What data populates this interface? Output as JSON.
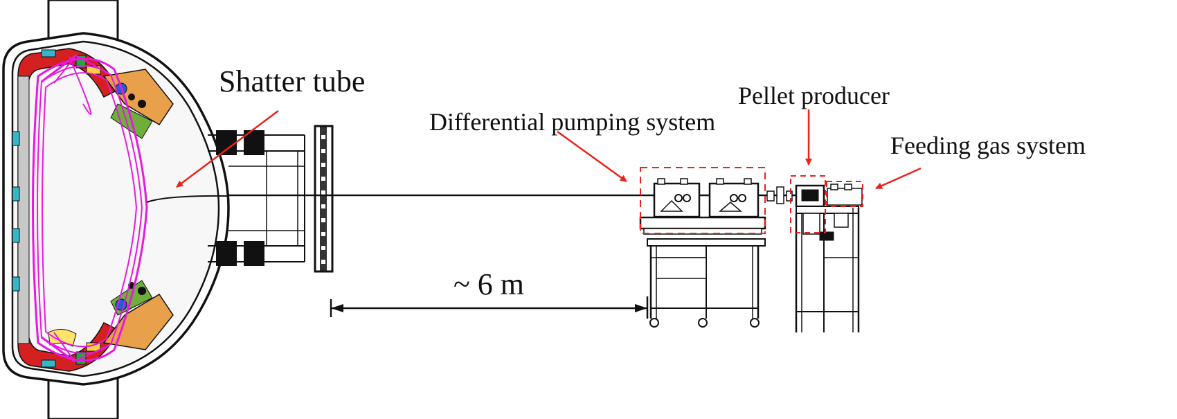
{
  "labels": {
    "shatter_tube": "Shatter tube",
    "differential_pumping": "Differential pumping system",
    "pellet_producer": "Pellet producer",
    "feeding_gas": "Feeding gas system",
    "distance": "~ 6 m"
  },
  "colors": {
    "annotation": "#e8231c",
    "plasma": "#e619e0",
    "line": "#111111"
  }
}
